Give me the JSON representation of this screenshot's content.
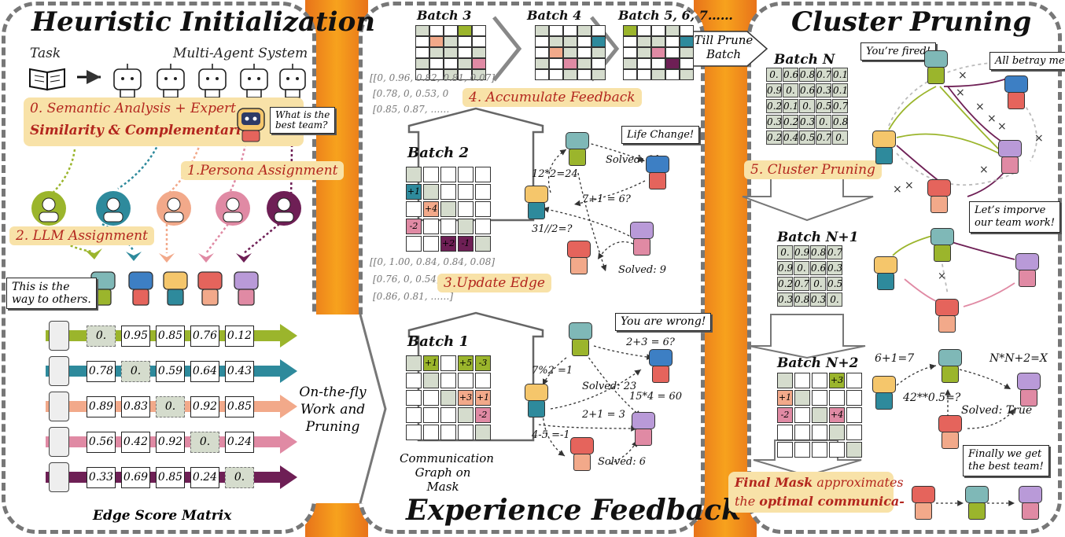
{
  "left_panel": {
    "title": "Heuristic Initialization",
    "task_label": "Task",
    "mas_label": "Multi-Agent System",
    "step0_line1": "0. Semantic Analysis + Expert",
    "step0_line2": "Similarity & Complementarity",
    "question_bubble_line1": "What is the",
    "question_bubble_line2": "best team?",
    "step1": "1.Persona Assignment",
    "step2": "2. LLM Assignment",
    "way_bubble_line1": "This is the",
    "way_bubble_line2": "way to others.",
    "matrix_caption": "Edge Score Matrix",
    "matrix": [
      [
        "0.",
        "0.95",
        "0.85",
        "0.76",
        "0.12"
      ],
      [
        "0.78",
        "0.",
        "0.59",
        "0.64",
        "0.43"
      ],
      [
        "0.89",
        "0.83",
        "0.",
        "0.92",
        "0.85"
      ],
      [
        "0.56",
        "0.42",
        "0.92",
        "0.",
        "0.24"
      ],
      [
        "0.33",
        "0.69",
        "0.85",
        "0.24",
        "0."
      ]
    ],
    "row_colors": [
      "#9bb52c",
      "#2e8a9c",
      "#f2a98a",
      "#e08aa4",
      "#6e1f55"
    ],
    "persona_colors": [
      "#9bb52c",
      "#2e8a9c",
      "#f2a98a",
      "#e08aa4",
      "#6e1f55"
    ]
  },
  "connector": {
    "line1": "On-the-fly",
    "line2": "Work and",
    "line3": "Pruning"
  },
  "middle_panel": {
    "title": "Experience Feedback",
    "batch3": "Batch 3",
    "batch4": "Batch 4",
    "batch567": "Batch 5, 6, 7……",
    "accum_vec_1": "[[0, 0.96, 0.82, 0.81, 0.07]",
    "accum_vec_2": "[0.78, 0, 0.53, 0",
    "accum_vec_3": "[0.85, 0.87, ……",
    "step4": "4. Accumulate Feedback",
    "batch2": "Batch 2",
    "b2_marks": [
      "+1",
      "+4",
      "-2",
      "+2",
      "-1"
    ],
    "life_bubble": "Life Change!",
    "b2_eq1": "12*2=24",
    "b2_eq2": "Solved: 81",
    "b2_eq3": "7+1 = 6?",
    "b2_eq4": "31//2=?",
    "b2_eq5": "Solved: 9",
    "update_vec_1": "[[0, 1.00, 0.84, 0.84, 0.08]",
    "update_vec_2": "[0.76, 0, 0.54, 0.",
    "update_vec_3": "[0.86, 0.81, ……]",
    "step3": "3.Update Edge",
    "batch1": "Batch 1",
    "b1_marks": [
      "+1",
      "+5",
      "-3",
      "+3",
      "+1",
      "-2"
    ],
    "wrong_bubble": "You are wrong!",
    "b1_eq1": "2+3 = 6?",
    "b1_eq2": "7%2 =1",
    "b1_eq3": "Solved: 23",
    "b1_eq4": "15*4 = 60",
    "b1_eq5": "2+1 = 3",
    "b1_eq6": "4-5 =-1",
    "b1_eq7": "Solved: 6",
    "comm_caption_1": "Communication",
    "comm_caption_2": "Graph on Mask"
  },
  "till_prune": {
    "line1": "Till Prune",
    "line2": "Batch"
  },
  "right_panel": {
    "title": "Cluster Pruning",
    "batchN": "Batch N",
    "batchN_matrix": [
      [
        "0.",
        "0.6",
        "0.8",
        "0.7",
        "0.1"
      ],
      [
        "0.9",
        "0.",
        "0.6",
        "0.3",
        "0.1"
      ],
      [
        "0.2",
        "0.1",
        "0.",
        "0.5",
        "0.7"
      ],
      [
        "0.3",
        "0.2",
        "0.3",
        "0.",
        "0.8"
      ],
      [
        "0.2",
        "0.4",
        "0.5",
        "0.7",
        "0."
      ]
    ],
    "fired_bubble": "You’re fired!",
    "betray_bubble": "All betray me!",
    "step5": "5. Cluster Pruning",
    "improve_bubble_1": "Let’s imporve",
    "improve_bubble_2": "our team work!",
    "batchN1": "Batch N+1",
    "batchN1_matrix": [
      [
        "0.",
        "0.9",
        "0.8",
        "0.7"
      ],
      [
        "0.9",
        "0.",
        "0.6",
        "0.3"
      ],
      [
        "0.2",
        "0.7",
        "0.",
        "0.5"
      ],
      [
        "0.3",
        "0.8",
        "0.3",
        "0."
      ]
    ],
    "batchN2": "Batch N+2",
    "n2_marks": [
      "+3",
      "+1",
      "-2",
      "+4"
    ],
    "n2_eq1": "6+1=7",
    "n2_eq2": "N*N+2=X",
    "n2_eq3": "42**0.5=?",
    "n2_eq4": "Solved: True",
    "final_line1_a": "Final Mask",
    "final_line1_b": " approximates",
    "final_line2_a": "the ",
    "final_line2_b": "optimal communica-",
    "best_bubble_1": "Finally we get",
    "best_bubble_2": "the best team!"
  }
}
